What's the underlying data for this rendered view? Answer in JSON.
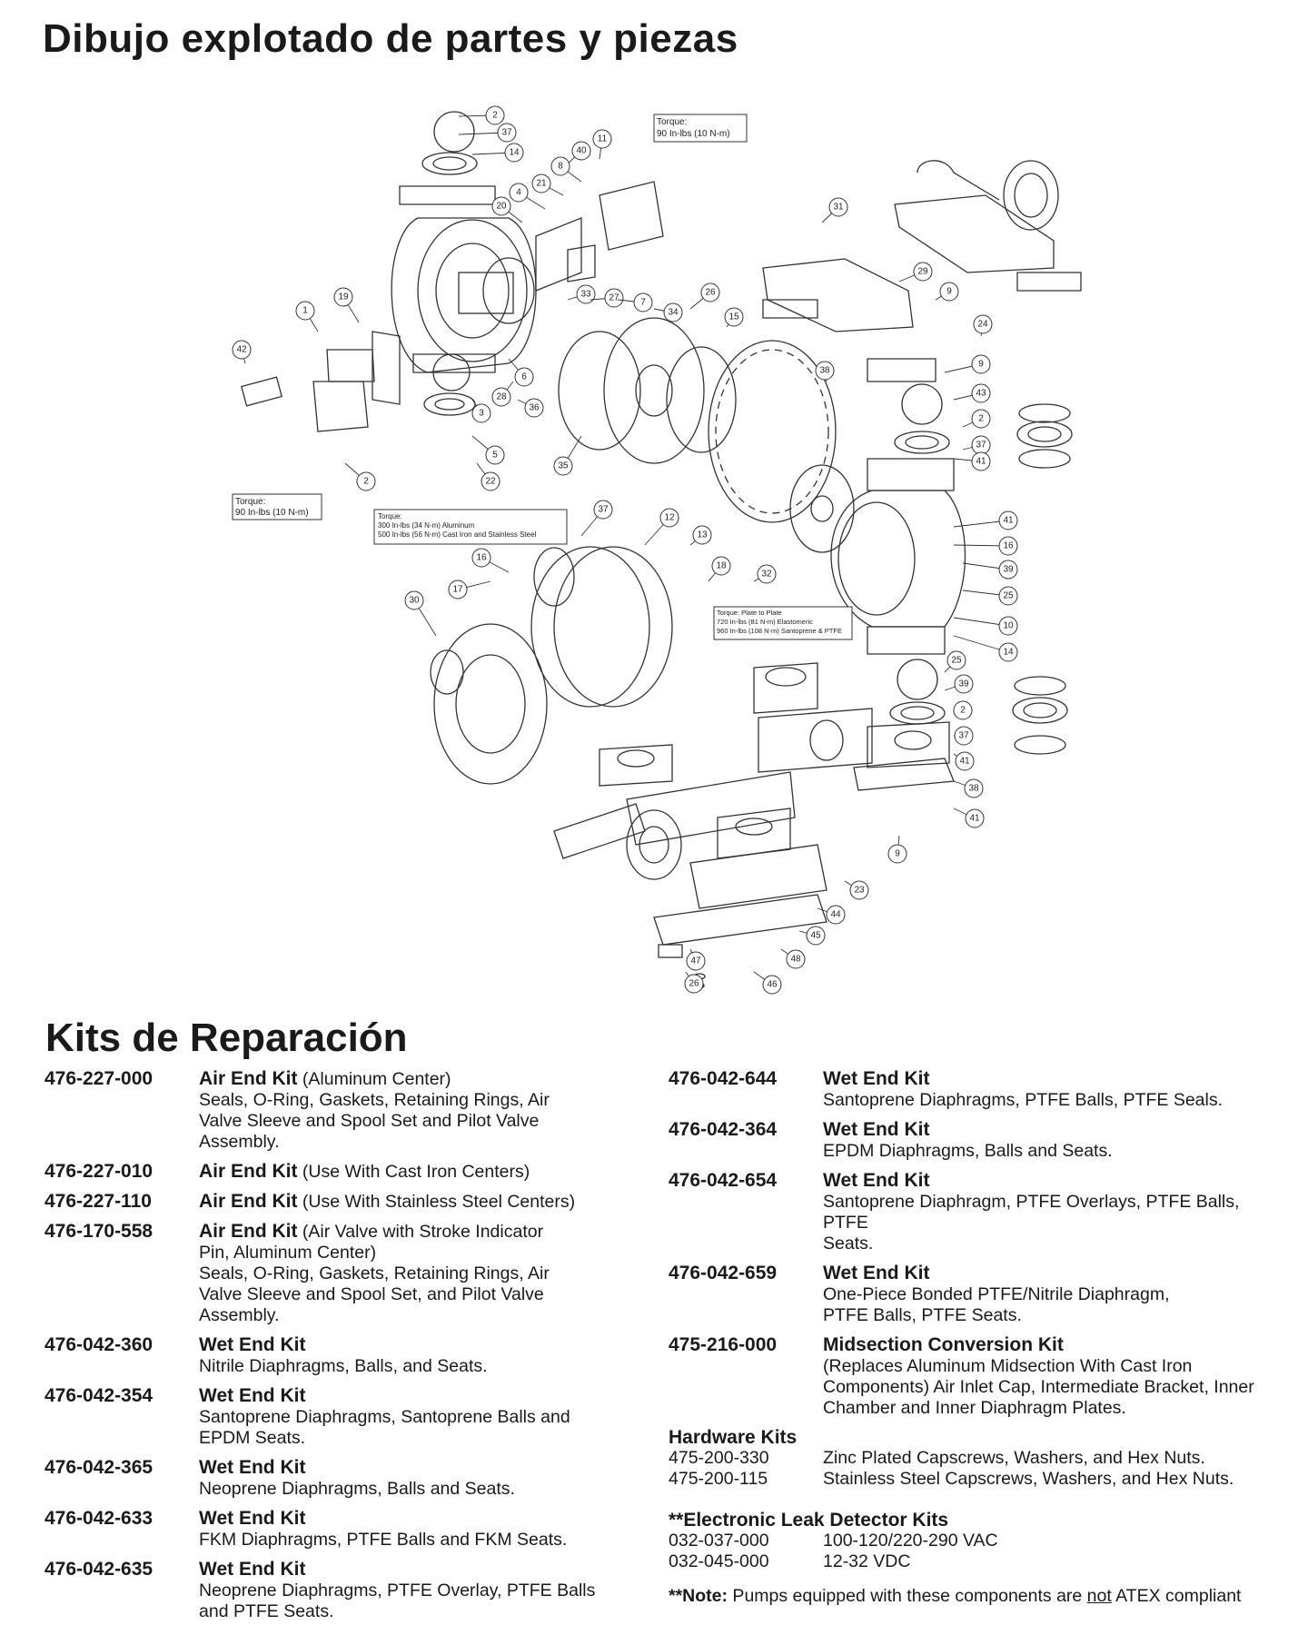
{
  "page": {
    "title": "Dibujo explotado de partes y piezas",
    "kits_title": "Kits de Reparación"
  },
  "diagram": {
    "torque_boxes": [
      {
        "lines": [
          "Torque:",
          "90 In-lbs (10 N-m)"
        ]
      },
      {
        "lines": [
          "Torque:",
          "90 In-lbs (10 N-m)"
        ]
      },
      {
        "lines": [
          "Torque:",
          "300 In-lbs (34 N-m) Aluminum",
          "500 In-lbs (56 N-m) Cast Iron and Stainless Steel"
        ]
      },
      {
        "lines": [
          "Torque:  Plate to Plate",
          "720 In-lbs (81 N-m) Elastomeric",
          "960 In-lbs (108 N-m) Santoprene & PTFE"
        ]
      }
    ],
    "callouts": [
      "2",
      "37",
      "14",
      "40",
      "11",
      "8",
      "21",
      "4",
      "20",
      "19",
      "1",
      "42",
      "33",
      "27",
      "7",
      "34",
      "26",
      "15",
      "6",
      "28",
      "36",
      "3",
      "35",
      "5",
      "22",
      "2",
      "37",
      "12",
      "13",
      "16",
      "17",
      "30",
      "18",
      "32",
      "31",
      "29",
      "9",
      "24",
      "9",
      "43",
      "2",
      "37",
      "41",
      "38",
      "41",
      "16",
      "39",
      "25",
      "10",
      "14",
      "25",
      "39",
      "2",
      "37",
      "41",
      "38",
      "41",
      "9",
      "23",
      "44",
      "45",
      "48",
      "46",
      "47",
      "26"
    ]
  },
  "kits_left": [
    {
      "pn": "476-227-000",
      "name": "Air End Kit",
      "name_suffix": " (Aluminum Center)",
      "desc": [
        "Seals, O-Ring, Gaskets, Retaining Rings, Air",
        "Valve Sleeve and Spool Set and Pilot Valve",
        "Assembly."
      ]
    },
    {
      "pn": "476-227-010",
      "name": "Air End Kit",
      "name_suffix": " (Use With Cast Iron Centers)",
      "desc": []
    },
    {
      "pn": "476-227-110",
      "name": "Air End Kit",
      "name_suffix": " (Use With Stainless Steel Centers)",
      "desc": []
    },
    {
      "pn": "476-170-558",
      "name": "Air End Kit",
      "name_suffix": " (Air Valve with Stroke Indicator",
      "desc": [
        "Pin, Aluminum Center)",
        "Seals, O-Ring, Gaskets, Retaining Rings, Air",
        "Valve Sleeve and Spool Set, and Pilot Valve",
        "Assembly."
      ]
    },
    {
      "pn": "476-042-360",
      "name": "Wet End Kit",
      "name_suffix": "",
      "desc": [
        "Nitrile Diaphragms, Balls, and Seats."
      ]
    },
    {
      "pn": "476-042-354",
      "name": "Wet End Kit",
      "name_suffix": "",
      "desc": [
        "Santoprene Diaphragms, Santoprene Balls and",
        "EPDM Seats."
      ]
    },
    {
      "pn": "476-042-365",
      "name": "Wet End Kit",
      "name_suffix": "",
      "desc": [
        "Neoprene Diaphragms, Balls and Seats."
      ]
    },
    {
      "pn": "476-042-633",
      "name": "Wet End Kit",
      "name_suffix": "",
      "desc": [
        "FKM Diaphragms, PTFE Balls and FKM Seats."
      ]
    },
    {
      "pn": "476-042-635",
      "name": "Wet End Kit",
      "name_suffix": "",
      "desc": [
        "Neoprene Diaphragms, PTFE Overlay, PTFE Balls",
        "and PTFE Seats."
      ]
    }
  ],
  "kits_right": [
    {
      "pn": "476-042-644",
      "name": "Wet End Kit",
      "name_suffix": "",
      "desc": [
        "Santoprene Diaphragms, PTFE Balls, PTFE Seals."
      ]
    },
    {
      "pn": "476-042-364",
      "name": "Wet End Kit",
      "name_suffix": "",
      "desc": [
        "EPDM Diaphragms, Balls and Seats."
      ]
    },
    {
      "pn": "476-042-654",
      "name": "Wet End Kit",
      "name_suffix": "",
      "desc": [
        "Santoprene Diaphragm, PTFE Overlays, PTFE Balls, PTFE",
        "Seats."
      ]
    },
    {
      "pn": "476-042-659",
      "name": "Wet End Kit",
      "name_suffix": "",
      "desc": [
        "One-Piece Bonded PTFE/Nitrile Diaphragm,",
        "PTFE Balls, PTFE Seats."
      ]
    },
    {
      "pn": "475-216-000",
      "name": "Midsection Conversion Kit",
      "name_suffix": "",
      "desc": [
        "(Replaces Aluminum Midsection With Cast Iron",
        "Components) Air Inlet Cap, Intermediate Bracket, Inner",
        "Chamber and Inner Diaphragm Plates."
      ]
    }
  ],
  "hardware": {
    "title": "Hardware Kits",
    "rows": [
      {
        "pn": "475-200-330",
        "desc": "Zinc Plated Capscrews, Washers, and Hex Nuts."
      },
      {
        "pn": "475-200-115",
        "desc": "Stainless Steel Capscrews, Washers, and Hex Nuts."
      }
    ]
  },
  "leak_detector": {
    "title": "**Electronic Leak Detector Kits",
    "rows": [
      {
        "pn": "032-037-000",
        "desc": "100-120/220-290 VAC"
      },
      {
        "pn": "032-045-000",
        "desc": "12-32 VDC"
      }
    ]
  },
  "note": {
    "label": "**Note:",
    "text_before": " Pumps equipped with these components are ",
    "emph": "not",
    "text_after": " ATEX compliant"
  }
}
